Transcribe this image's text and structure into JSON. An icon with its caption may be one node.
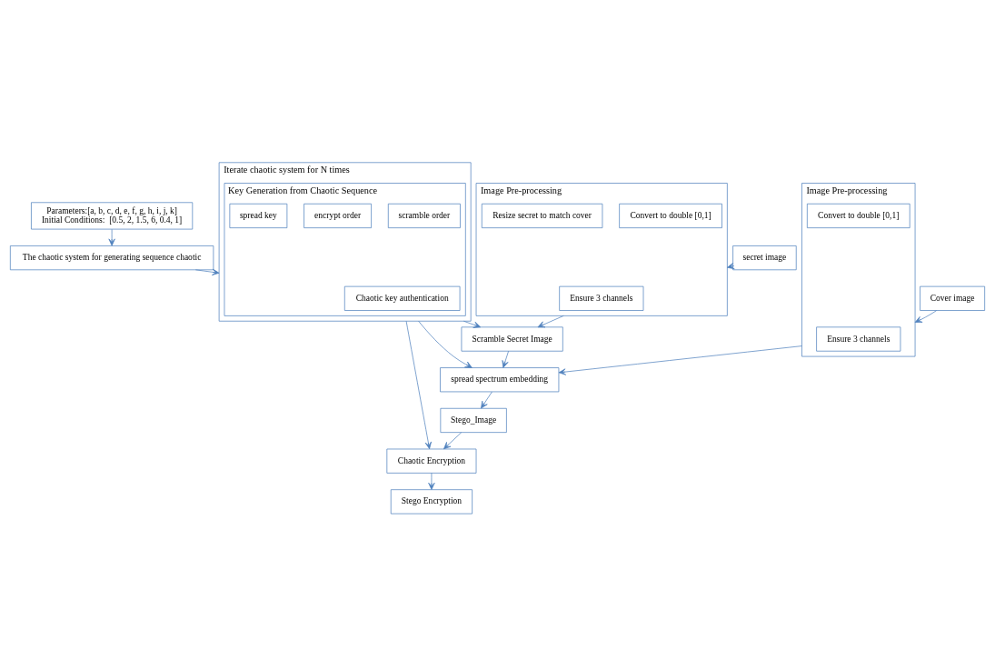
{
  "diagram": {
    "nodes": [
      {
        "text": [
          "secret image"
        ]
      },
      {
        "text": [
          "Cover image"
        ]
      },
      {
        "text": [
          "Parameters:[a, b, c, d, e, f, g, h, i, j, k]",
          "Initial Conditions:  [0.5, 2, 1.5, 6, 0.4, 1]"
        ]
      },
      {
        "text": [
          "Image Pre-processing"
        ]
      },
      {
        "text": [
          "Ensure 3 channels"
        ],
        "in": 3
      },
      {
        "text": [
          "Convert to double [0,1]"
        ],
        "in": 3
      },
      {
        "text": [
          "Resize secret to match cover"
        ],
        "in": 3
      },
      {
        "text": [
          "Image Pre-processing"
        ]
      },
      {
        "text": [
          "Ensure 3 channels"
        ],
        "in": 7
      },
      {
        "text": [
          "Convert to double [0,1]"
        ],
        "in": 7
      },
      {
        "text": [
          "The chaotic system for generating sequence chaotic"
        ]
      },
      {
        "text": [
          "Iterate chaotic system for N times"
        ]
      },
      {
        "text": [
          "Key Generation from Chaotic Sequence"
        ],
        "in": 11
      },
      {
        "text": [
          "Chaotic key authentication"
        ],
        "in": 12
      },
      {
        "text": [
          "scramble order"
        ],
        "in": 12
      },
      {
        "text": [
          "encrypt order"
        ],
        "in": 12
      },
      {
        "text": [
          "spread key"
        ],
        "in": 12
      },
      {
        "text": [
          "Scramble Secret Image"
        ]
      },
      {
        "text": [
          "spread spectrum embedding"
        ]
      },
      {
        "text": [
          "Stego_Image"
        ]
      },
      {
        "text": [
          "Chaotic Encryption"
        ]
      },
      {
        "text": [
          "Stego Encryption"
        ]
      }
    ],
    "edges": [
      {
        "from": 0,
        "to": 3,
        "arrow": "to"
      },
      {
        "from": 1,
        "to": 7,
        "arrow": "to"
      },
      {
        "from": 2,
        "to": 10,
        "arrow": "to"
      },
      {
        "from": 10,
        "to": 11,
        "arrow": "to"
      },
      {
        "from": 3,
        "to": 17,
        "arrow": "to"
      },
      {
        "from": 11,
        "to": 17,
        "arrow": "to"
      },
      {
        "from": 17,
        "to": 18,
        "arrow": "to"
      },
      {
        "from": 11,
        "to": 18,
        "arrow": "to"
      },
      {
        "from": 7,
        "to": 18,
        "arrow": "to"
      },
      {
        "from": 18,
        "to": 19,
        "arrow": "to"
      },
      {
        "from": 19,
        "to": 20,
        "arrow": "to"
      },
      {
        "from": 11,
        "to": 20,
        "arrow": "to"
      },
      {
        "from": 20,
        "to": 21,
        "arrow": "to"
      }
    ]
  }
}
